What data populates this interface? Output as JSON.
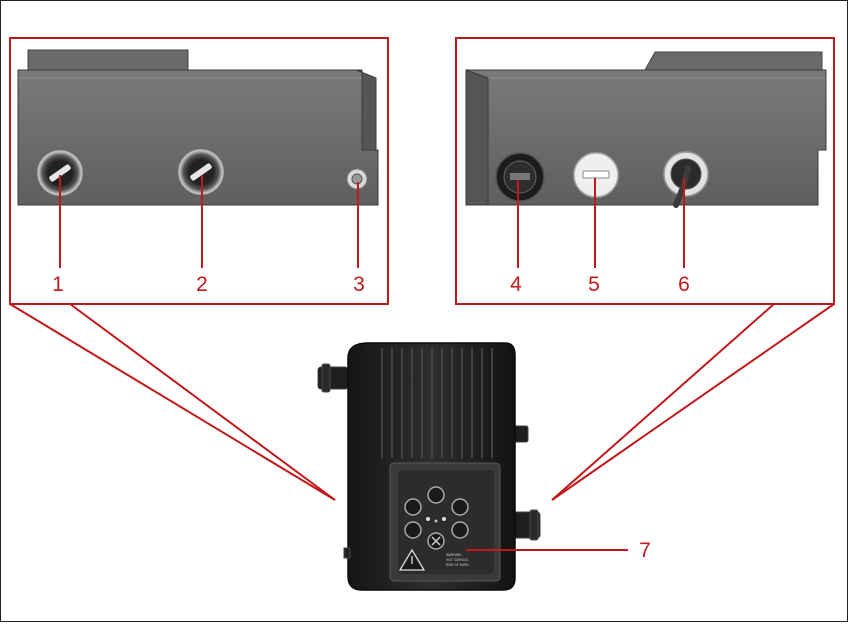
{
  "callouts": [
    {
      "id": "1",
      "label": "1",
      "part": "cable-gland-plug"
    },
    {
      "id": "2",
      "label": "2",
      "part": "cable-gland-plug"
    },
    {
      "id": "3",
      "label": "3",
      "part": "screw"
    },
    {
      "id": "4",
      "label": "4",
      "part": "cable-gland"
    },
    {
      "id": "5",
      "label": "5",
      "part": "plug"
    },
    {
      "id": "6",
      "label": "6",
      "part": "cable-gland-with-cable"
    },
    {
      "id": "7",
      "label": "7",
      "part": "control-panel"
    }
  ],
  "panel_warning_text": [
    "WARNING",
    "HOT SURFACE",
    "RISK OF BURN"
  ],
  "colors": {
    "accent": "#c0191b",
    "housing": "#6d6d6d",
    "housing_dark": "#2a2a2a",
    "background": "#ffffff"
  }
}
